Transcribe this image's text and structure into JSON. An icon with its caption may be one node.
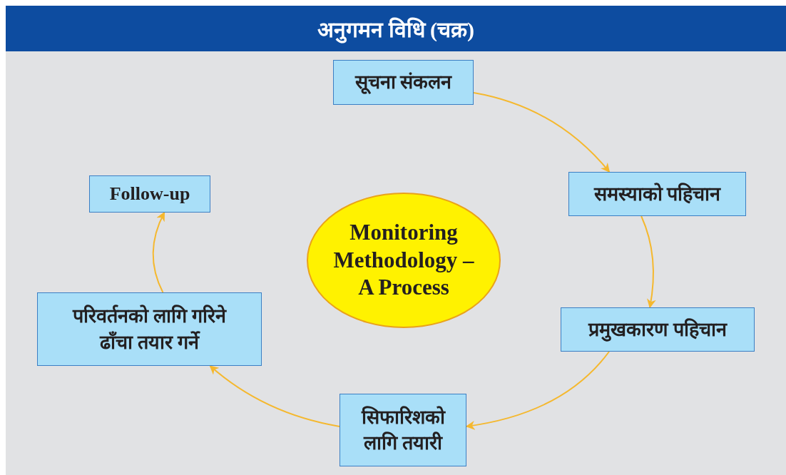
{
  "diagram": {
    "title": "अनुगमन विधि (चक्र)",
    "nodes": [
      {
        "text": [
          "सूचना संकलन"
        ]
      },
      {
        "text": [
          "समस्याको पहिचान"
        ]
      },
      {
        "text": [
          "प्रमुखकारण पहिचान"
        ]
      },
      {
        "text": [
          "सिफारिशको लागि तयारी"
        ]
      },
      {
        "text": [
          "परिवर्तनको लागि गरिने ढाँचा तयार गर्ने"
        ]
      },
      {
        "text": [
          "Follow-up"
        ]
      },
      {
        "text": [
          "Monitoring Methodology – A Process"
        ]
      }
    ],
    "edges": [
      {
        "from": 0,
        "to": 1,
        "arrow": "to"
      },
      {
        "from": 1,
        "to": 2,
        "arrow": "to"
      },
      {
        "from": 2,
        "to": 3,
        "arrow": "to"
      },
      {
        "from": 3,
        "to": 4,
        "arrow": "to"
      },
      {
        "from": 4,
        "to": 5,
        "arrow": "to"
      }
    ]
  }
}
